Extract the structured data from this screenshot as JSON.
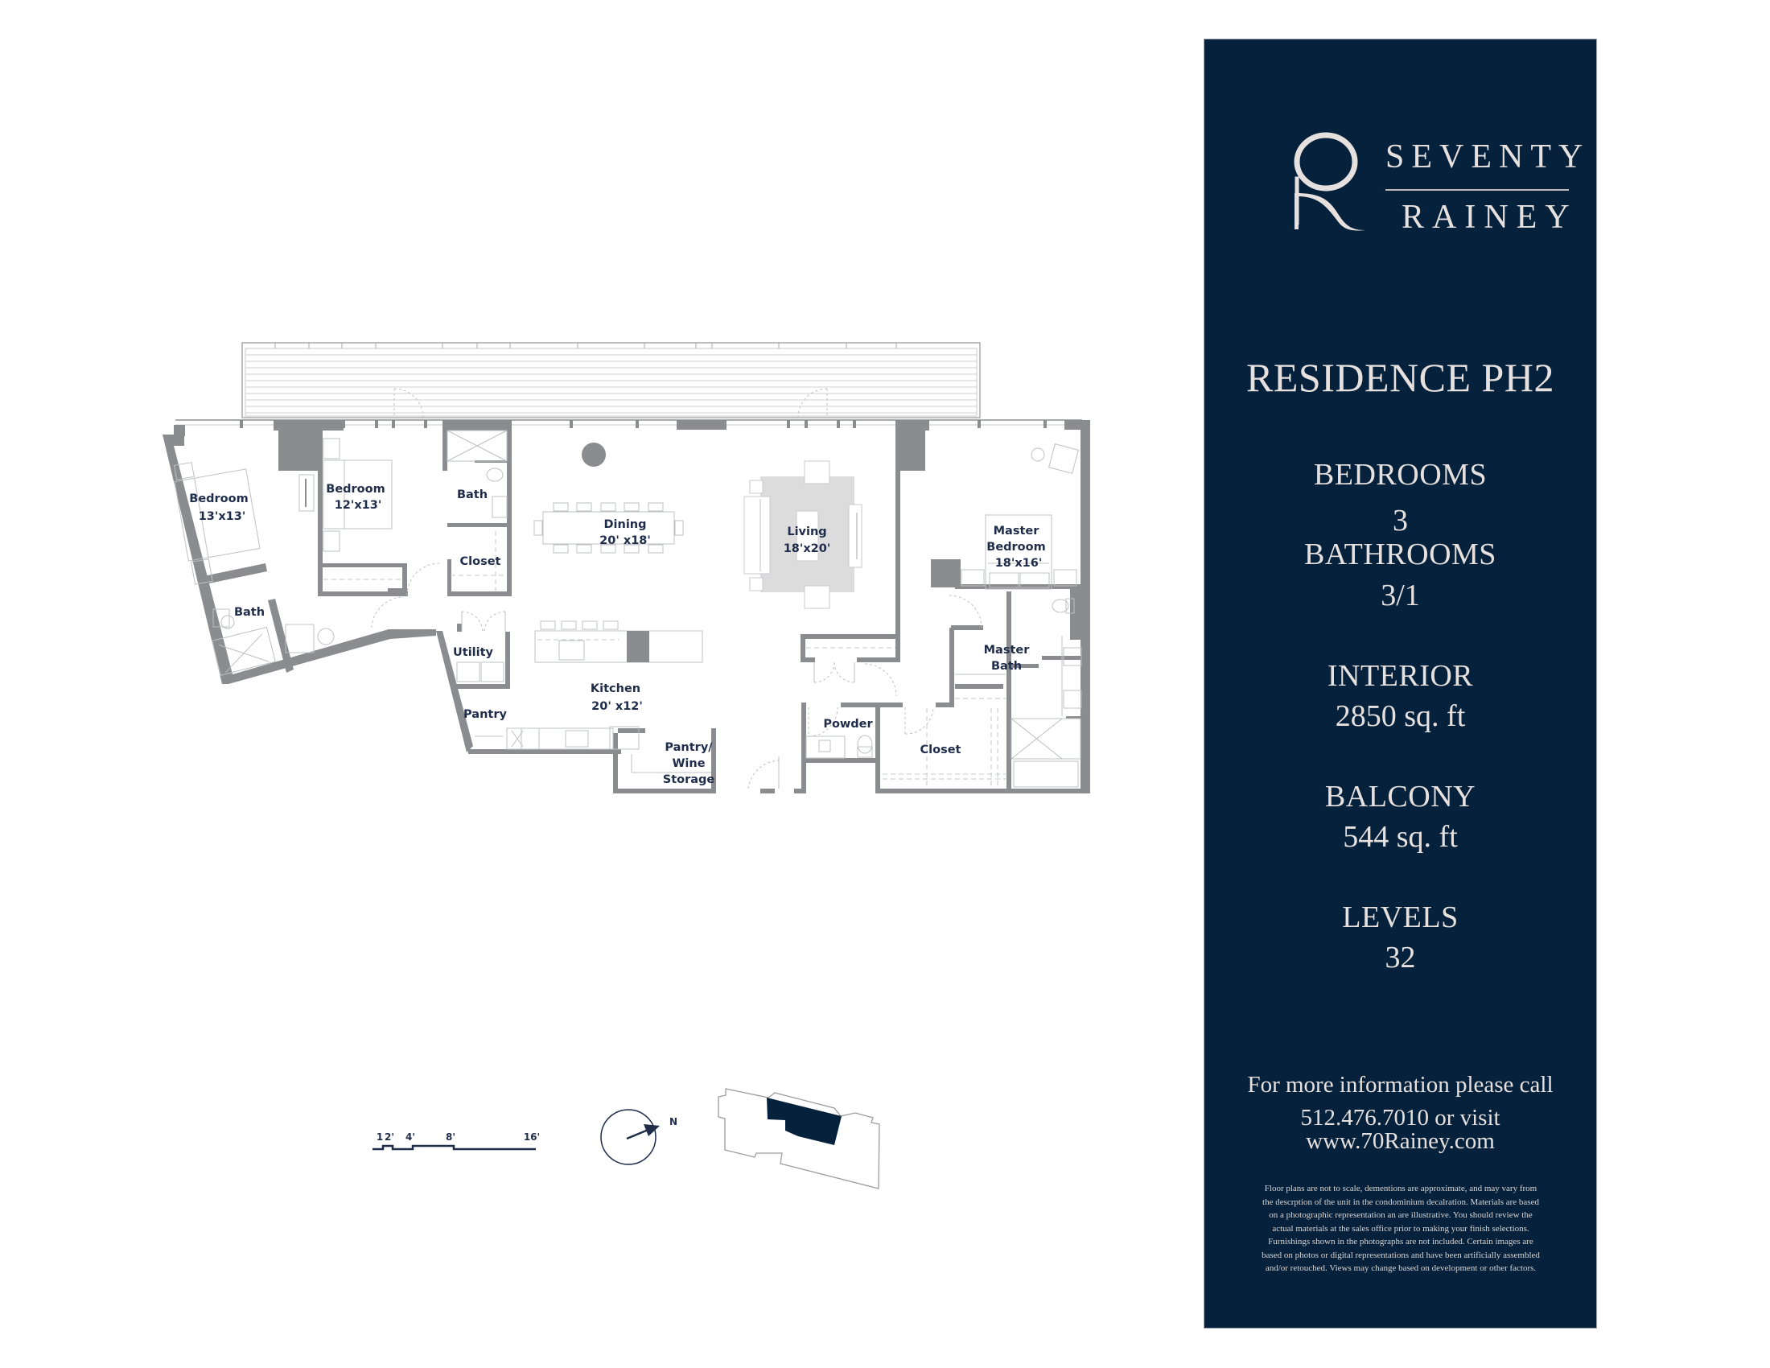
{
  "brand": {
    "logo_mark": "70-R-monogram",
    "word_top": "SEVENTY",
    "word_bottom": "RAINEY"
  },
  "residence": {
    "title": "RESIDENCE PH2"
  },
  "stats": [
    {
      "label": "BEDROOMS",
      "value": "3"
    },
    {
      "label": "BATHROOMS",
      "value": "3/1"
    },
    {
      "label": "INTERIOR",
      "value": "2850 sq. ft"
    },
    {
      "label": "BALCONY",
      "value": "544 sq. ft"
    },
    {
      "label": "LEVELS",
      "value": "32"
    }
  ],
  "contact": {
    "line1": "For more information please call",
    "line2": "512.476.7010 or visit www.70Rainey.com"
  },
  "disclaimer": "Floor plans are not to scale, dementions are approximate, and may vary from the descrption of the unit in the condominium decalration. Materials are based on a photographic representation an are illustrative. You should review the actual materials at the sales office prior to making your finish selections. Furnishings shown in the photographs are not included. Certain images are based on photos or digital representations and have been artificially assembled and/or retouched. Views may change based on development or other factors.",
  "floorplan": {
    "rooms": [
      {
        "name": "Bedroom",
        "size": "13'x13'"
      },
      {
        "name": "Bedroom",
        "size": "12'x13'"
      },
      {
        "name": "Bath"
      },
      {
        "name": "Closet"
      },
      {
        "name": "Bath"
      },
      {
        "name": "Dining",
        "size": "20' x18'"
      },
      {
        "name": "Living",
        "size": "18'x20'"
      },
      {
        "name": "Master",
        "name2": "Bedroom",
        "size": "18'x16'"
      },
      {
        "name": "Master",
        "name2": "Bath"
      },
      {
        "name": "Utility"
      },
      {
        "name": "Kitchen",
        "size": "20' x12'"
      },
      {
        "name": "Pantry"
      },
      {
        "name": "Pantry/",
        "name2": "Wine",
        "name3": "Storage"
      },
      {
        "name": "Powder"
      },
      {
        "name": "Closet"
      }
    ],
    "scale_bar": {
      "labels": [
        "1",
        "2'",
        "4'",
        "8'",
        "16'"
      ]
    },
    "compass": {
      "label": "N"
    }
  },
  "colors": {
    "panel_navy": "#05213b",
    "panel_text": "#e6e1df",
    "wall_gray": "#8b8c90",
    "label_navy": "#1f2d4b"
  }
}
